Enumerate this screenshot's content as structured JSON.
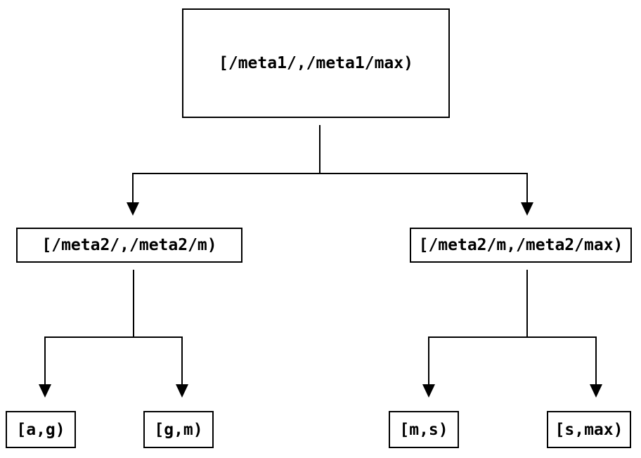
{
  "colors": {
    "background": "#ffffff",
    "line": "#000000",
    "text": "#000000"
  },
  "tree": {
    "root": {
      "label": "[/meta1/,/meta1/max)"
    },
    "children": [
      {
        "label": "[/meta2/,/meta2/m)",
        "children": [
          {
            "label": "[a,g)"
          },
          {
            "label": "[g,m)"
          }
        ]
      },
      {
        "label": "[/meta2/m,/meta2/max)",
        "children": [
          {
            "label": "[m,s)"
          },
          {
            "label": "[s,max)"
          }
        ]
      }
    ]
  }
}
